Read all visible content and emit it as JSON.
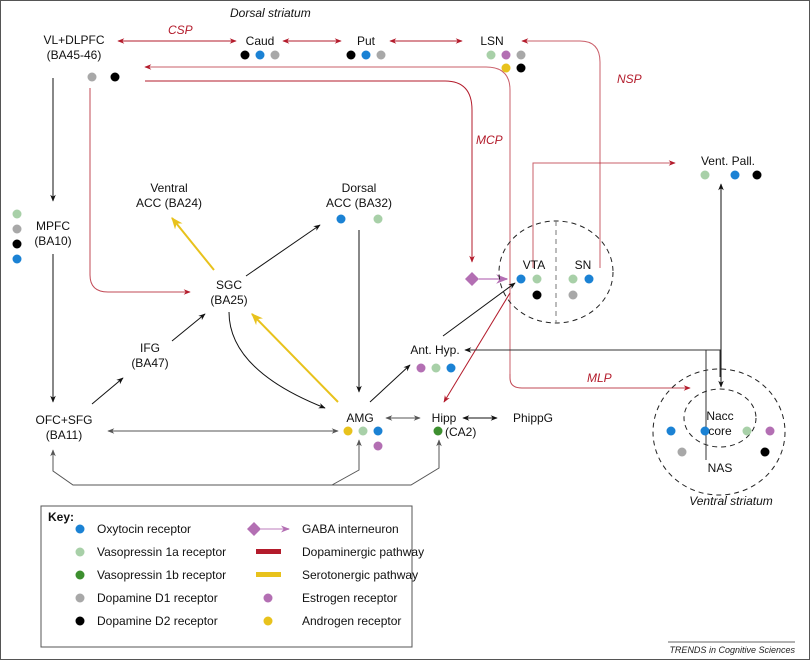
{
  "colors": {
    "oxytocin": "#1b82d4",
    "v1a": "#a8d0a8",
    "v1b": "#3d8f2f",
    "d1": "#a8a8a8",
    "d2": "#000000",
    "estrogen": "#b36fb3",
    "androgen": "#e8c21c",
    "dopaminergic": "#b31b2b",
    "serotonergic": "#e8c21c",
    "gaba": "#b36fb3",
    "black_path": "#111111"
  },
  "regions": {
    "dorsal_striatum_title": "Dorsal striatum",
    "ventral_striatum_title": "Ventral striatum",
    "vldlpfc": {
      "line1": "VL+DLPFC",
      "line2": "(BA45-46)"
    },
    "caud": "Caud",
    "put": "Put",
    "lsn": "LSN",
    "mpfc": {
      "line1": "MPFC",
      "line2": "(BA10)"
    },
    "vacc": {
      "line1": "Ventral",
      "line2": "ACC (BA24)"
    },
    "dacc": {
      "line1": "Dorsal",
      "line2": "ACC (BA32)"
    },
    "sgc": {
      "line1": "SGC",
      "line2": "(BA25)"
    },
    "ifg": {
      "line1": "IFG",
      "line2": "(BA47)"
    },
    "ofc": {
      "line1": "OFC+SFG",
      "line2": "(BA11)"
    },
    "amg": "AMG",
    "hipp": "Hipp",
    "ca2": "(CA2)",
    "phippg": "PhippG",
    "anthyp": "Ant. Hyp.",
    "vta": "VTA",
    "sn": "SN",
    "ventpall": "Vent. Pall.",
    "nacc": {
      "line1": "Nacc",
      "line2": "core"
    },
    "nas": "NAS"
  },
  "pathways": {
    "csp": "CSP",
    "nsp": "NSP",
    "mcp": "MCP",
    "mlp": "MLP"
  },
  "key": {
    "title": "Key:",
    "items_left": [
      {
        "label": "Oxytocin receptor",
        "type": "oxytocin"
      },
      {
        "label": "Vasopressin 1a receptor",
        "type": "v1a"
      },
      {
        "label": "Vasopressin 1b receptor",
        "type": "v1b"
      },
      {
        "label": "Dopamine D1 receptor",
        "type": "d1"
      },
      {
        "label": "Dopamine D2 receptor",
        "type": "d2"
      }
    ],
    "items_right": [
      {
        "label": "GABA interneuron",
        "type": "gaba"
      },
      {
        "label": "Dopaminergic pathway",
        "type": "dopaminergic"
      },
      {
        "label": "Serotonergic pathway",
        "type": "serotonergic"
      },
      {
        "label": "Estrogen receptor",
        "type": "estrogen"
      },
      {
        "label": "Androgen receptor",
        "type": "androgen"
      }
    ]
  },
  "credit": "TRENDS in Cognitive Sciences"
}
